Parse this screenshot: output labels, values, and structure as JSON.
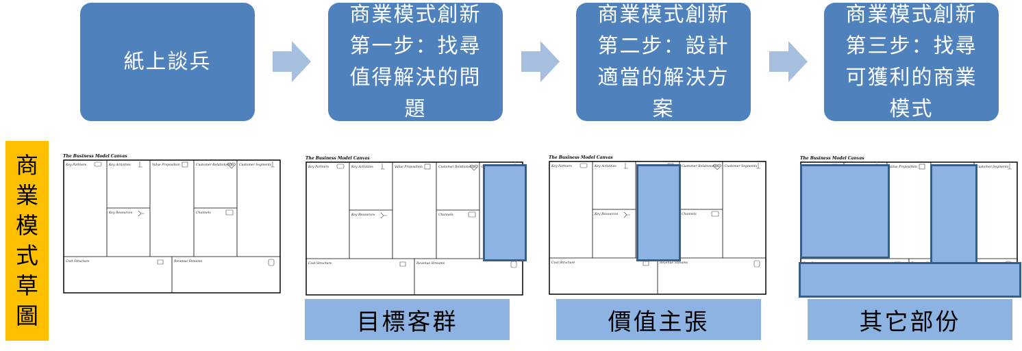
{
  "steps": [
    {
      "text": "紙上談兵"
    },
    {
      "text": "商業模式創新第一步：找尋值得解決的問題"
    },
    {
      "text": "商業模式創新第二步：設計適當的解決方案"
    },
    {
      "text": "商業模式創新第三步：找尋可獲利的商業模式"
    }
  ],
  "side_label": [
    "商",
    "業",
    "模",
    "式",
    "草",
    "圖"
  ],
  "canvas": {
    "title": "The Business Model Canvas",
    "blocks": {
      "key_partners": "Key Partners",
      "key_activities": "Key Activities",
      "key_resources": "Key Resources",
      "value_proposition": "Value Proposition",
      "customer_relationships": "Customer Relationships",
      "channels": "Channels",
      "customer_segments": "Customer Segments",
      "cost_structure": "Cost Structure",
      "revenue_streams": "Revenue Streams"
    }
  },
  "captions": {
    "target": "目標客群",
    "value": "價值主張",
    "other": "其它部份"
  },
  "colors": {
    "step_box": "#4f81bd",
    "arrow": "#a7bfde",
    "side_label_bg": "#ffc000",
    "highlight": "#8db3e2",
    "highlight_border": "#385d8a"
  }
}
